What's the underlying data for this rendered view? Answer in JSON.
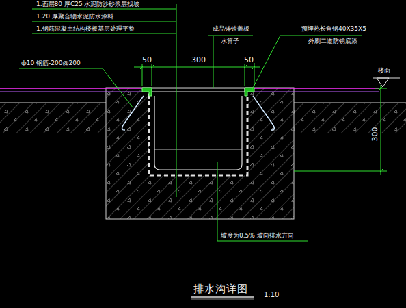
{
  "diagram": {
    "title": "排水沟详图",
    "labels": [
      "1.面层80 厚C25 水泥防沙砂浆层找坡",
      "1.20 厚聚合物水泥防水涂料",
      "1.钢筋混凝土结构楼板基层处理平整",
      "ф10 钢筋-200@200",
      "成品铸铁盖板",
      "水箅子",
      "50",
      "300",
      "50",
      "预埋热长角钢40X35X5",
      "外刷二道防锈底漆",
      "楼面",
      "300",
      "坡度为0.5% 坡向排水方向",
      "1:10"
    ]
  }
}
